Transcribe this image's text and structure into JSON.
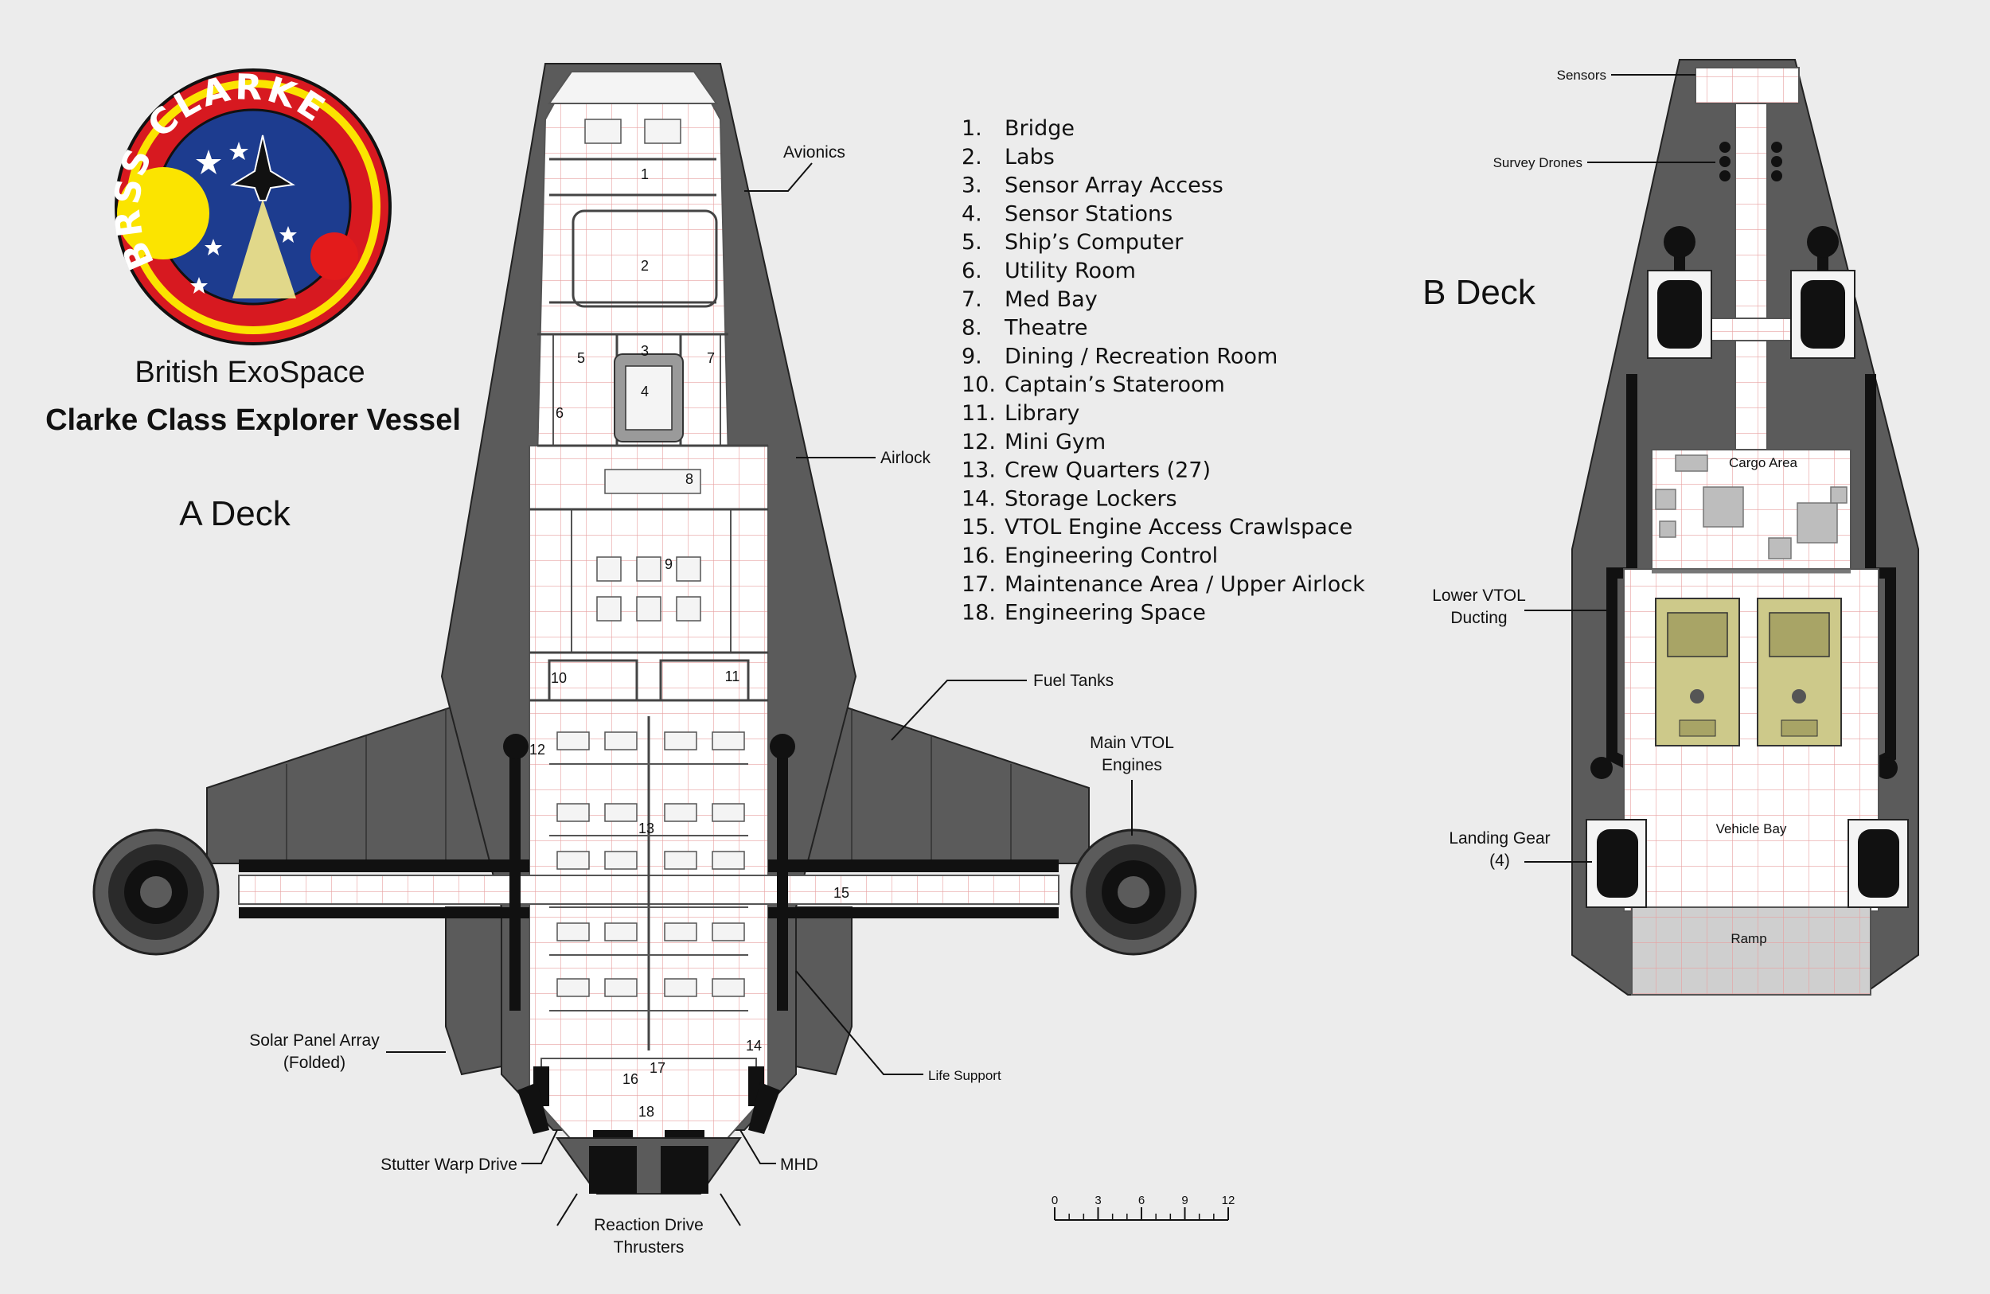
{
  "colors": {
    "background": "#ececec",
    "hull": "#5b5b5b",
    "floor_grid": "#e8a0a0",
    "badge_red": "#d71920",
    "badge_blue": "#1d3c8f",
    "badge_yellow": "#fbe400",
    "vehicle": "#cdc98a"
  },
  "badge": {
    "text": "BRSS CLARKE"
  },
  "titles": {
    "org": "British ExoSpace",
    "vessel": "Clarke Class Explorer Vessel",
    "deck_a": "A Deck",
    "deck_b": "B Deck"
  },
  "legend": [
    {
      "num": "1.",
      "label": "Bridge"
    },
    {
      "num": "2.",
      "label": "Labs"
    },
    {
      "num": "3.",
      "label": "Sensor Array Access"
    },
    {
      "num": "4.",
      "label": "Sensor Stations"
    },
    {
      "num": "5.",
      "label": "Ship’s Computer"
    },
    {
      "num": "6.",
      "label": "Utility Room"
    },
    {
      "num": "7.",
      "label": "Med Bay"
    },
    {
      "num": "8.",
      "label": "Theatre"
    },
    {
      "num": "9.",
      "label": "Dining / Recreation Room"
    },
    {
      "num": "10.",
      "label": "Captain’s Stateroom"
    },
    {
      "num": "11.",
      "label": "Library"
    },
    {
      "num": "12.",
      "label": "Mini Gym"
    },
    {
      "num": "13.",
      "label": "Crew Quarters (27)"
    },
    {
      "num": "14.",
      "label": "Storage Lockers"
    },
    {
      "num": "15.",
      "label": "VTOL Engine Access Crawlspace"
    },
    {
      "num": "16.",
      "label": "Engineering Control"
    },
    {
      "num": "17.",
      "label": "Maintenance Area / Upper Airlock"
    },
    {
      "num": "18.",
      "label": "Engineering Space"
    }
  ],
  "callouts_a": {
    "avionics": "Avionics",
    "airlock": "Airlock",
    "fuel_tanks": "Fuel Tanks",
    "main_vtol_1": "Main VTOL",
    "main_vtol_2": "Engines",
    "solar_1": "Solar Panel Array",
    "solar_2": "(Folded)",
    "life_support": "Life Support",
    "stutter": "Stutter Warp Drive",
    "mhd": "MHD",
    "reaction_1": "Reaction Drive",
    "reaction_2": "Thrusters"
  },
  "callouts_b": {
    "sensors": "Sensors",
    "survey_drones": "Survey Drones",
    "lower_vtol_1": "Lower VTOL",
    "lower_vtol_2": "Ducting",
    "landing_gear_1": "Landing Gear",
    "landing_gear_2": "(4)",
    "cargo_area": "Cargo Area",
    "vehicle_bay": "Vehicle Bay",
    "ramp": "Ramp"
  },
  "room_numbers": [
    "1",
    "2",
    "3",
    "4",
    "5",
    "6",
    "7",
    "8",
    "9",
    "10",
    "11",
    "12",
    "13",
    "14",
    "15",
    "16",
    "17",
    "18"
  ],
  "scale": {
    "ticks": [
      "0",
      "3",
      "6",
      "9",
      "12"
    ]
  }
}
